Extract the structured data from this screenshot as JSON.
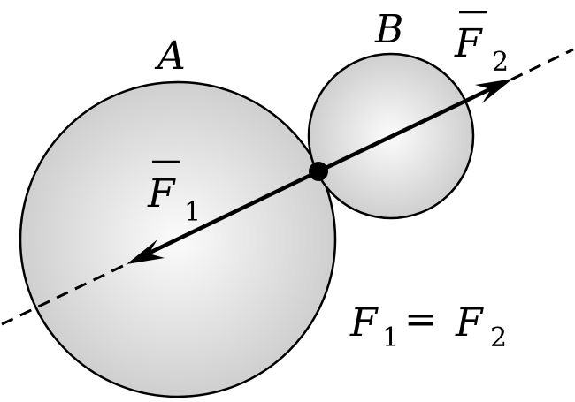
{
  "labels": {
    "body_a": "A",
    "body_b": "B",
    "force1_symbol": "F",
    "force1_subscript": "1",
    "force2_symbol": "F",
    "force2_subscript": "2"
  },
  "equation": {
    "lhs_symbol": "F",
    "lhs_subscript": "1",
    "operator": "=",
    "rhs_symbol": "F",
    "rhs_subscript": "2"
  },
  "colors": {
    "sphere_fill_center": "#fbfbfb",
    "sphere_fill_edge": "#cfcfcf",
    "outline": "#000000"
  }
}
